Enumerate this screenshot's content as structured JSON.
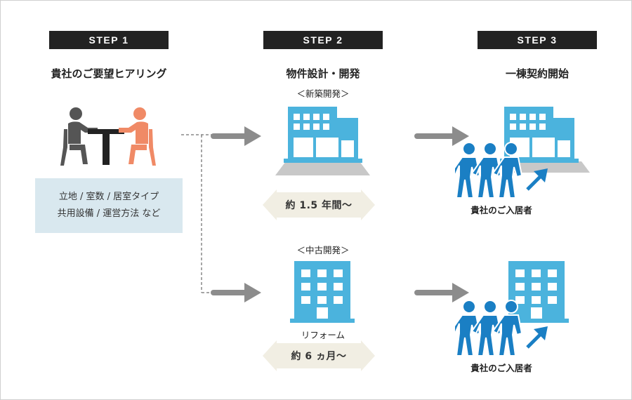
{
  "steps": [
    {
      "badge": "STEP 1",
      "title": "貴社のご要望ヒアリング"
    },
    {
      "badge": "STEP 2",
      "title": "物件設計・開発"
    },
    {
      "badge": "STEP 3",
      "title": "一棟契約開始"
    }
  ],
  "hearing": {
    "line1": "立地 / 室数 / 居室タイプ",
    "line2": "共用設備 / 運営方法 など"
  },
  "new_build": {
    "label": "＜新築開発＞",
    "duration": "約 1.5 年間～"
  },
  "used_build": {
    "label": "＜中古開発＞",
    "reform_label": "リフォーム",
    "duration": "約 6 ヵ月～"
  },
  "residents": {
    "top_label": "貴社のご入居者",
    "bottom_label": "貴社のご入居者"
  },
  "colors": {
    "badge_bg": "#222222",
    "building_blue": "#4bb3dd",
    "people_blue": "#1a7fc4",
    "person_gray": "#555555",
    "person_orange": "#f08a66",
    "info_box_bg": "#d9e8ef",
    "duration_bg": "#f1eee3",
    "arrow_gray": "#8c8c8c"
  }
}
